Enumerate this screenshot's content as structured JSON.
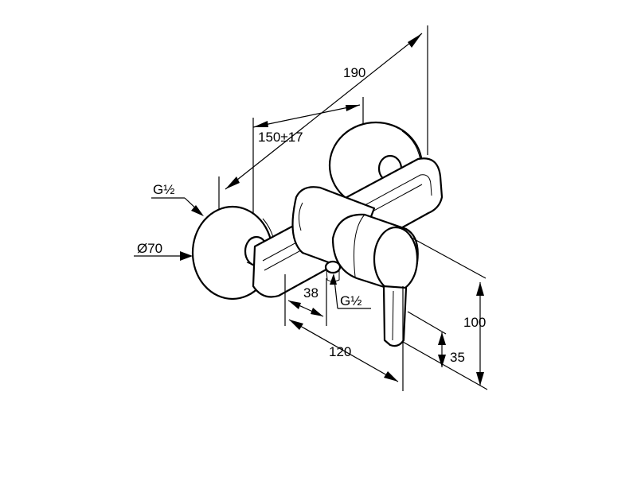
{
  "dimensions": {
    "total_width": "190",
    "inlet_spacing": "150±17",
    "inlet_thread": "G½",
    "rosette_diameter": "Ø70",
    "outlet_offset": "38",
    "outlet_thread": "G½",
    "depth": "120",
    "height": "100",
    "outlet_height": "35"
  }
}
